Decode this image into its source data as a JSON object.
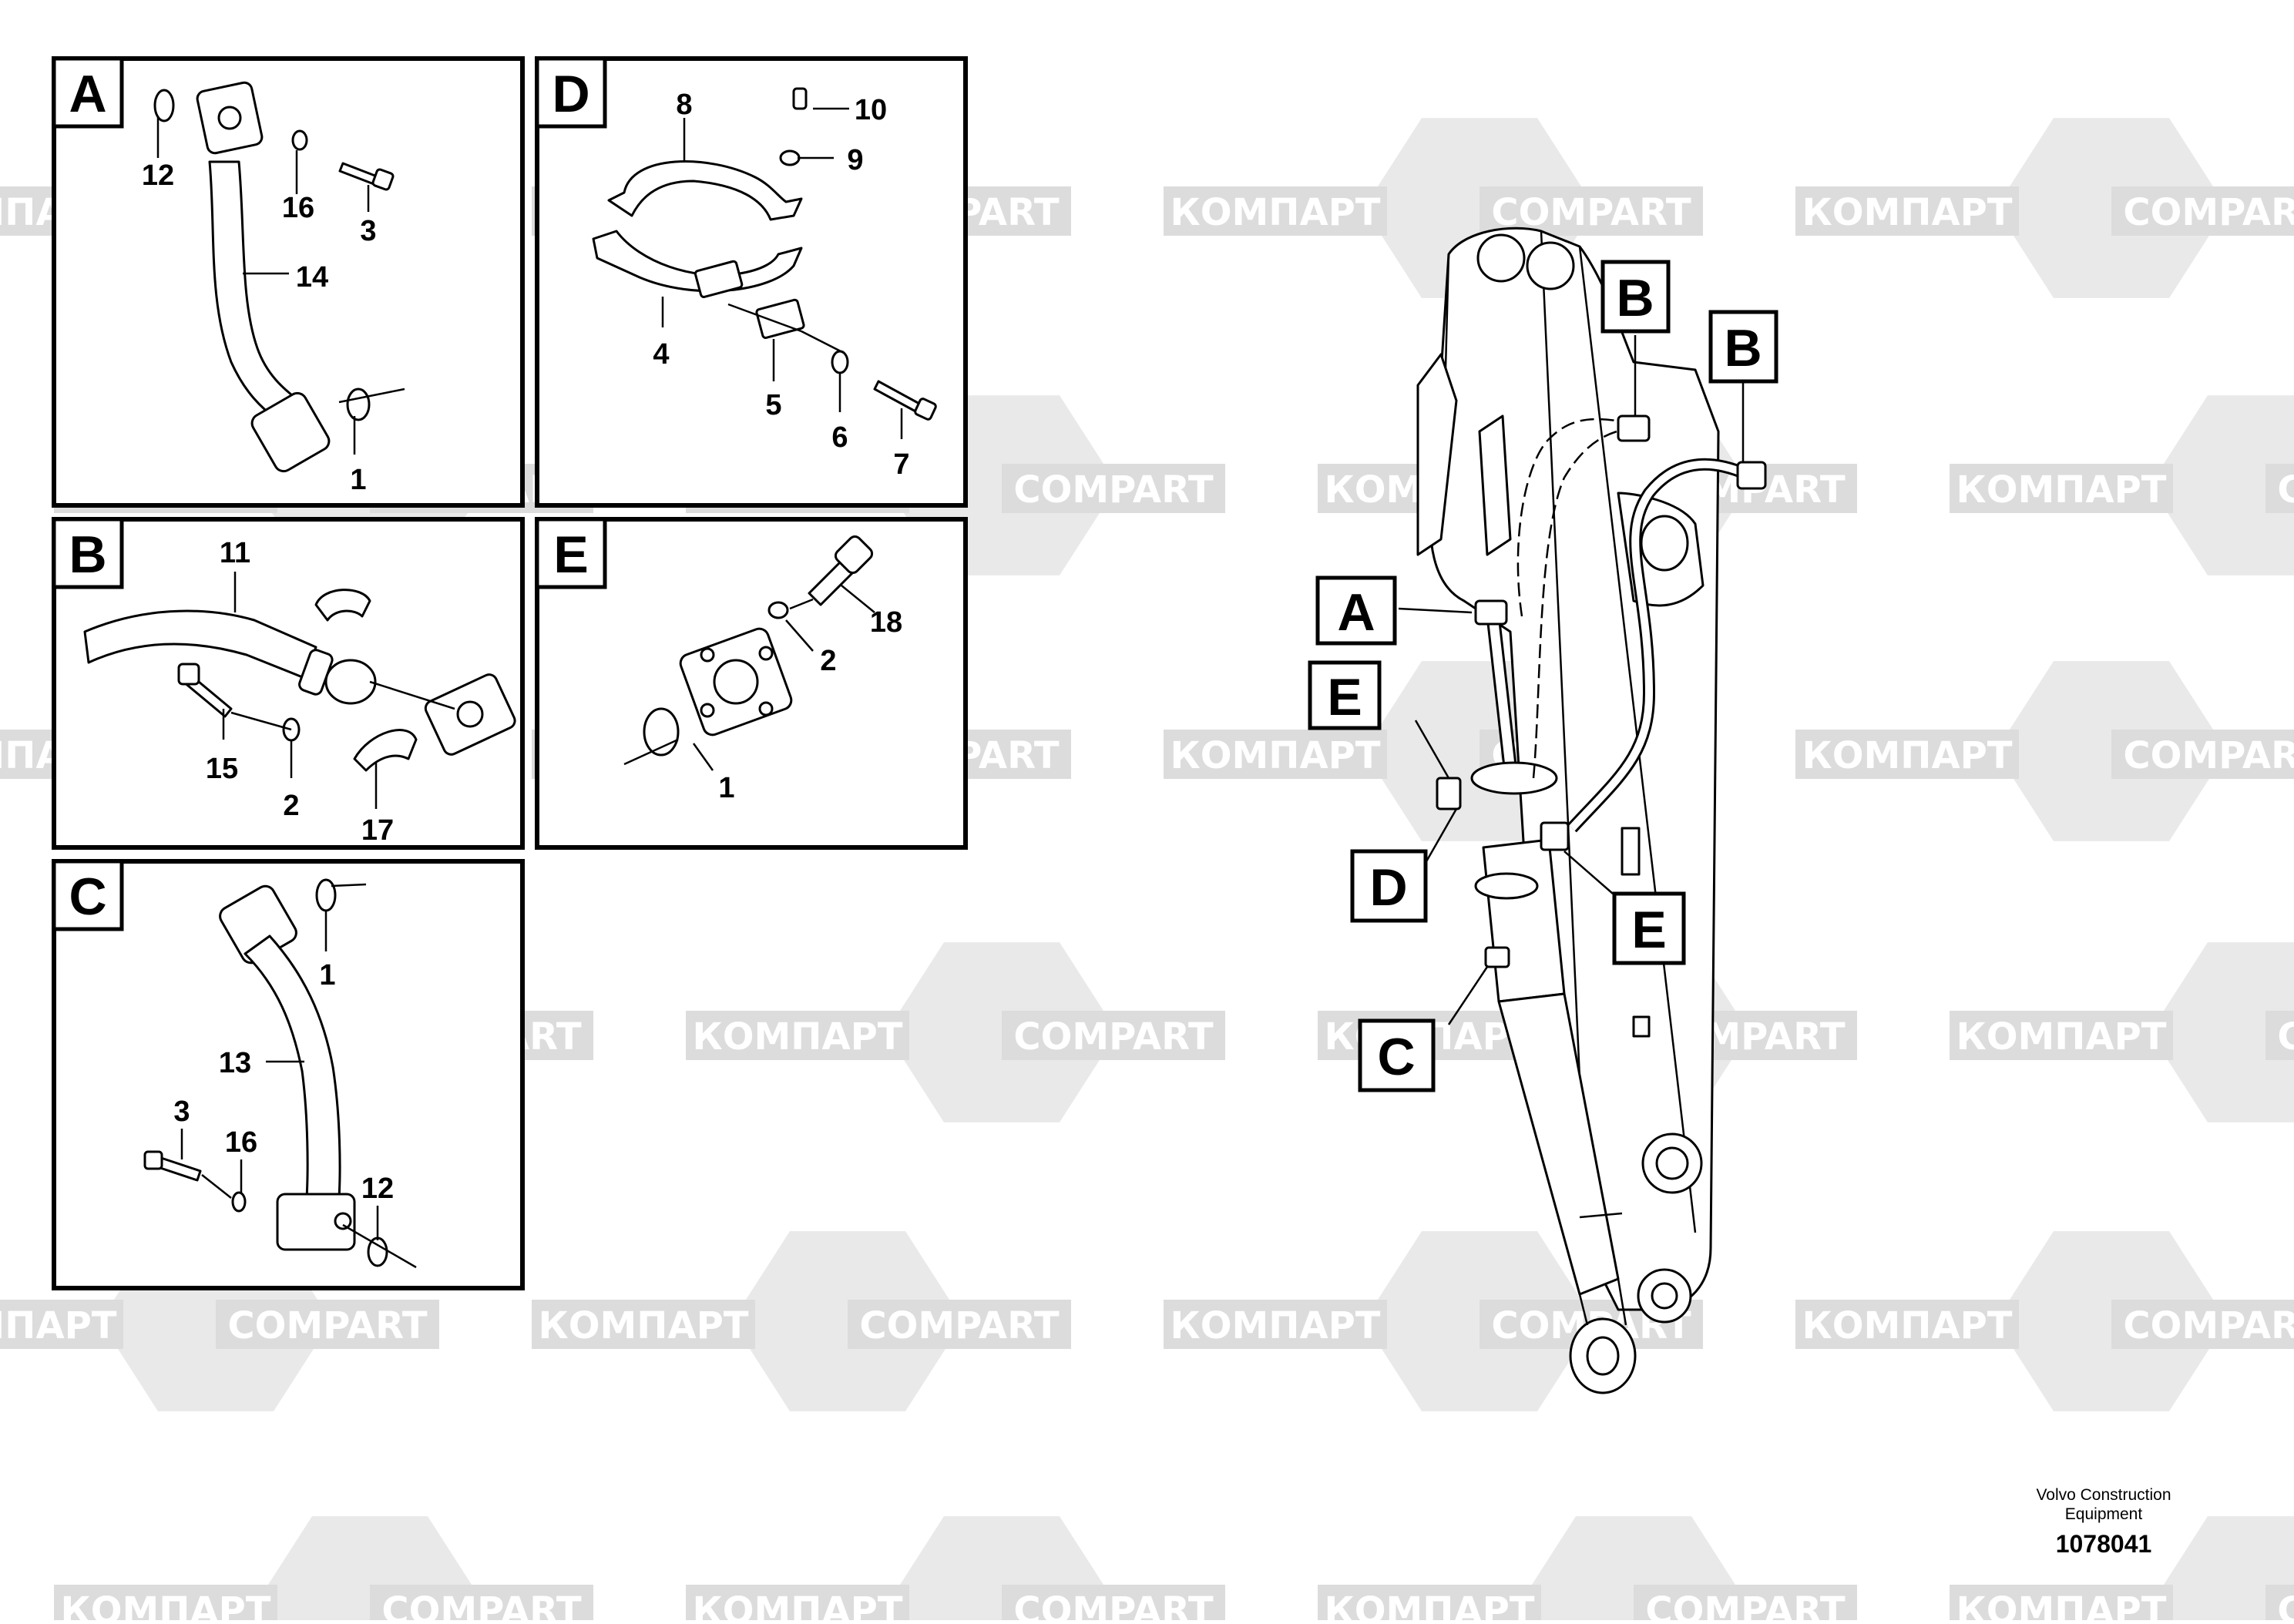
{
  "watermark": {
    "text_ru": "КОМПАРТ",
    "text_en": "COMPART",
    "color": "#dcdcdc"
  },
  "panels": [
    {
      "letter": "A",
      "callouts": [
        "12",
        "16",
        "3",
        "14",
        "1"
      ]
    },
    {
      "letter": "D",
      "callouts": [
        "8",
        "10",
        "9",
        "4",
        "5",
        "6",
        "7"
      ]
    },
    {
      "letter": "B",
      "callouts": [
        "11",
        "15",
        "2",
        "17"
      ]
    },
    {
      "letter": "E",
      "callouts": [
        "18",
        "2",
        "1"
      ]
    },
    {
      "letter": "C",
      "callouts": [
        "1",
        "13",
        "3",
        "16",
        "12"
      ]
    }
  ],
  "overview_tags": [
    "B",
    "B",
    "A",
    "E",
    "D",
    "E",
    "C"
  ],
  "footer": {
    "company_line1": "Volvo Construction",
    "company_line2": "Equipment",
    "doc_number": "1078041"
  }
}
